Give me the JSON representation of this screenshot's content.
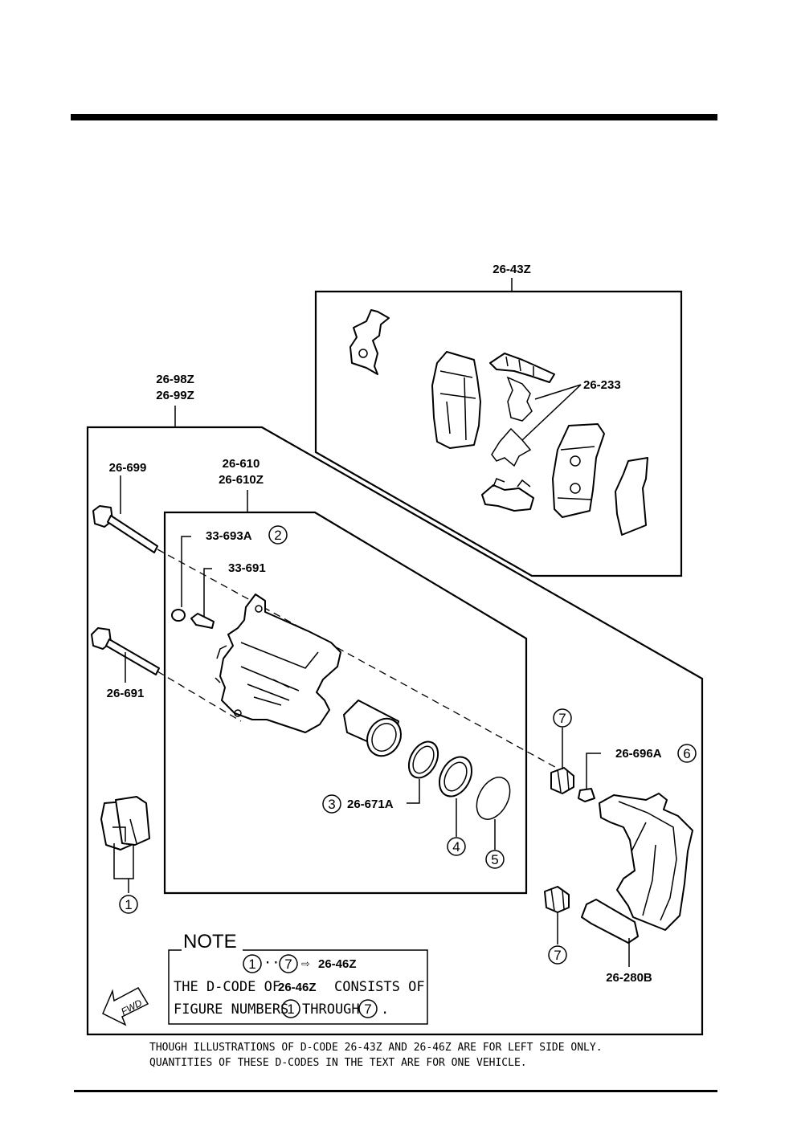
{
  "callouts": {
    "pad_kit": "26-43Z",
    "caliper_assy_1": "26-98Z",
    "caliper_assy_2": "26-99Z",
    "shim_clip": "26-233",
    "bolt_upper": "26-699",
    "caliper_body_1": "26-610",
    "caliper_body_2": "26-610Z",
    "bleeder_cap": "33-693A",
    "bleeder_screw": "33-691",
    "bolt_lower": "26-691",
    "piston_seal": "26-671A",
    "boot": "26-696A",
    "bracket": "26-280B"
  },
  "figure_numbers": {
    "n1": "1",
    "n2": "2",
    "n3": "3",
    "n4": "4",
    "n5": "5",
    "n6": "6",
    "n7a": "7",
    "n7b": "7",
    "n7c": "7"
  },
  "note": {
    "title": "NOTE",
    "range_start": "1",
    "range_dots": "··",
    "range_end": "7",
    "arrow": "⇨",
    "range_target": "26-46Z",
    "line2a": "THE D-CODE OF",
    "line2b": "26-46Z",
    "line2c": "CONSISTS OF",
    "line3a": "FIGURE NUMBERS",
    "line3b": "1",
    "line3c": "THROUGH",
    "line3d": "7",
    "line3e": "."
  },
  "fwd_label": "FWD",
  "footer": {
    "line1": "THOUGH ILLUSTRATIONS OF D-CODE 26-43Z AND 26-46Z ARE FOR LEFT SIDE ONLY.",
    "line2": "QUANTITIES OF THESE D-CODES IN THE TEXT ARE FOR ONE VEHICLE."
  }
}
